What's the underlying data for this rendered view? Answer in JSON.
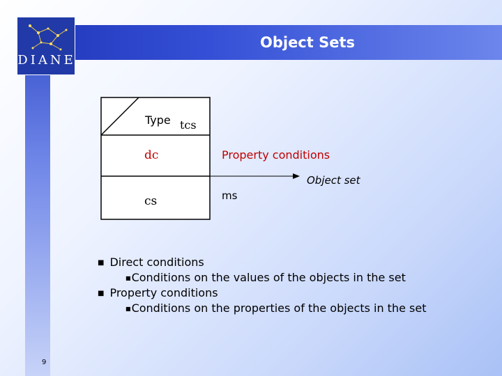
{
  "slide": {
    "title": "Object Sets",
    "page_number": "9"
  },
  "logo": {
    "text": "DIANE"
  },
  "diagram": {
    "type_label": "Type",
    "tcs_label": "tcs",
    "dc_label": "dc",
    "property_conditions": "Property conditions",
    "object_set": "Object set",
    "cs_label": "cs",
    "ms_label": "ms"
  },
  "bullets": [
    {
      "text": "Direct conditions",
      "sub": "Conditions on the values of the objects in the set"
    },
    {
      "text": "Property conditions",
      "sub": "Conditions on the properties of the objects in the set"
    }
  ],
  "colors": {
    "accent_red": "#c00000",
    "title_bar": "#2a45c8"
  }
}
